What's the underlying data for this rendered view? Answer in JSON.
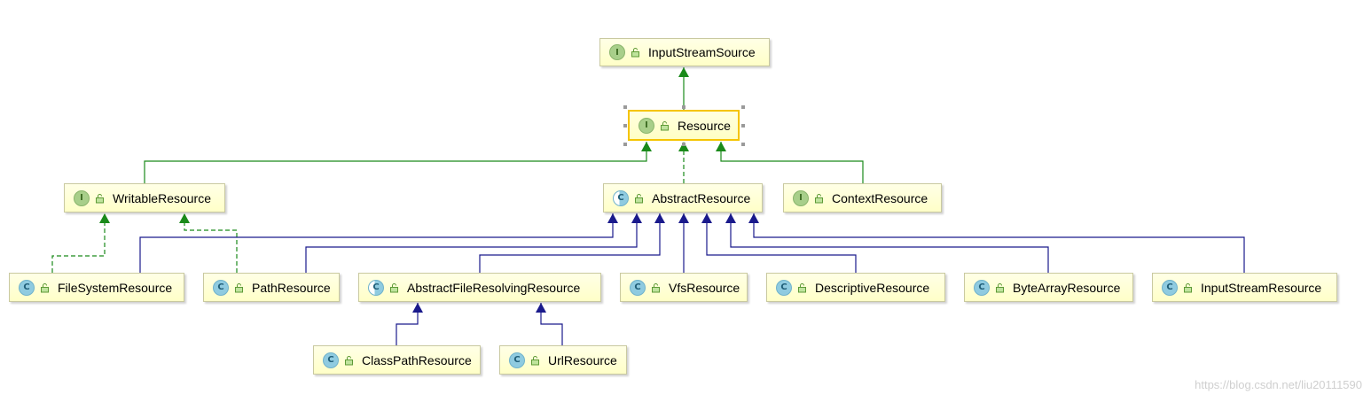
{
  "nodes": {
    "input_stream_source": {
      "name": "InputStreamSource",
      "kind": "I"
    },
    "resource": {
      "name": "Resource",
      "kind": "I"
    },
    "writable_resource": {
      "name": "WritableResource",
      "kind": "I"
    },
    "abstract_resource": {
      "name": "AbstractResource",
      "kind": "C"
    },
    "context_resource": {
      "name": "ContextResource",
      "kind": "I"
    },
    "file_system_resource": {
      "name": "FileSystemResource",
      "kind": "C"
    },
    "path_resource": {
      "name": "PathResource",
      "kind": "C"
    },
    "abstract_file_resolving_resource": {
      "name": "AbstractFileResolvingResource",
      "kind": "C"
    },
    "vfs_resource": {
      "name": "VfsResource",
      "kind": "C"
    },
    "descriptive_resource": {
      "name": "DescriptiveResource",
      "kind": "C"
    },
    "byte_array_resource": {
      "name": "ByteArrayResource",
      "kind": "C"
    },
    "input_stream_resource": {
      "name": "InputStreamResource",
      "kind": "C"
    },
    "class_path_resource": {
      "name": "ClassPathResource",
      "kind": "C"
    },
    "url_resource": {
      "name": "UrlResource",
      "kind": "C"
    }
  },
  "edges": [
    {
      "from": "Resource",
      "to": "InputStreamSource",
      "type": "extends"
    },
    {
      "from": "WritableResource",
      "to": "Resource",
      "type": "extends"
    },
    {
      "from": "AbstractResource",
      "to": "Resource",
      "type": "implements"
    },
    {
      "from": "ContextResource",
      "to": "Resource",
      "type": "extends"
    },
    {
      "from": "FileSystemResource",
      "to": "WritableResource",
      "type": "implements"
    },
    {
      "from": "PathResource",
      "to": "WritableResource",
      "type": "implements"
    },
    {
      "from": "FileSystemResource",
      "to": "AbstractResource",
      "type": "extends-class"
    },
    {
      "from": "PathResource",
      "to": "AbstractResource",
      "type": "extends-class"
    },
    {
      "from": "AbstractFileResolvingResource",
      "to": "AbstractResource",
      "type": "extends-class"
    },
    {
      "from": "VfsResource",
      "to": "AbstractResource",
      "type": "extends-class"
    },
    {
      "from": "DescriptiveResource",
      "to": "AbstractResource",
      "type": "extends-class"
    },
    {
      "from": "ByteArrayResource",
      "to": "AbstractResource",
      "type": "extends-class"
    },
    {
      "from": "InputStreamResource",
      "to": "AbstractResource",
      "type": "extends-class"
    },
    {
      "from": "ClassPathResource",
      "to": "AbstractFileResolvingResource",
      "type": "extends-class"
    },
    {
      "from": "UrlResource",
      "to": "AbstractFileResolvingResource",
      "type": "extends-class"
    }
  ],
  "colors": {
    "interface_edge": "#1a8a1a",
    "class_edge": "#1a1a8c",
    "selected_border": "#f5c400"
  },
  "watermark": "https://blog.csdn.net/liu20111590"
}
